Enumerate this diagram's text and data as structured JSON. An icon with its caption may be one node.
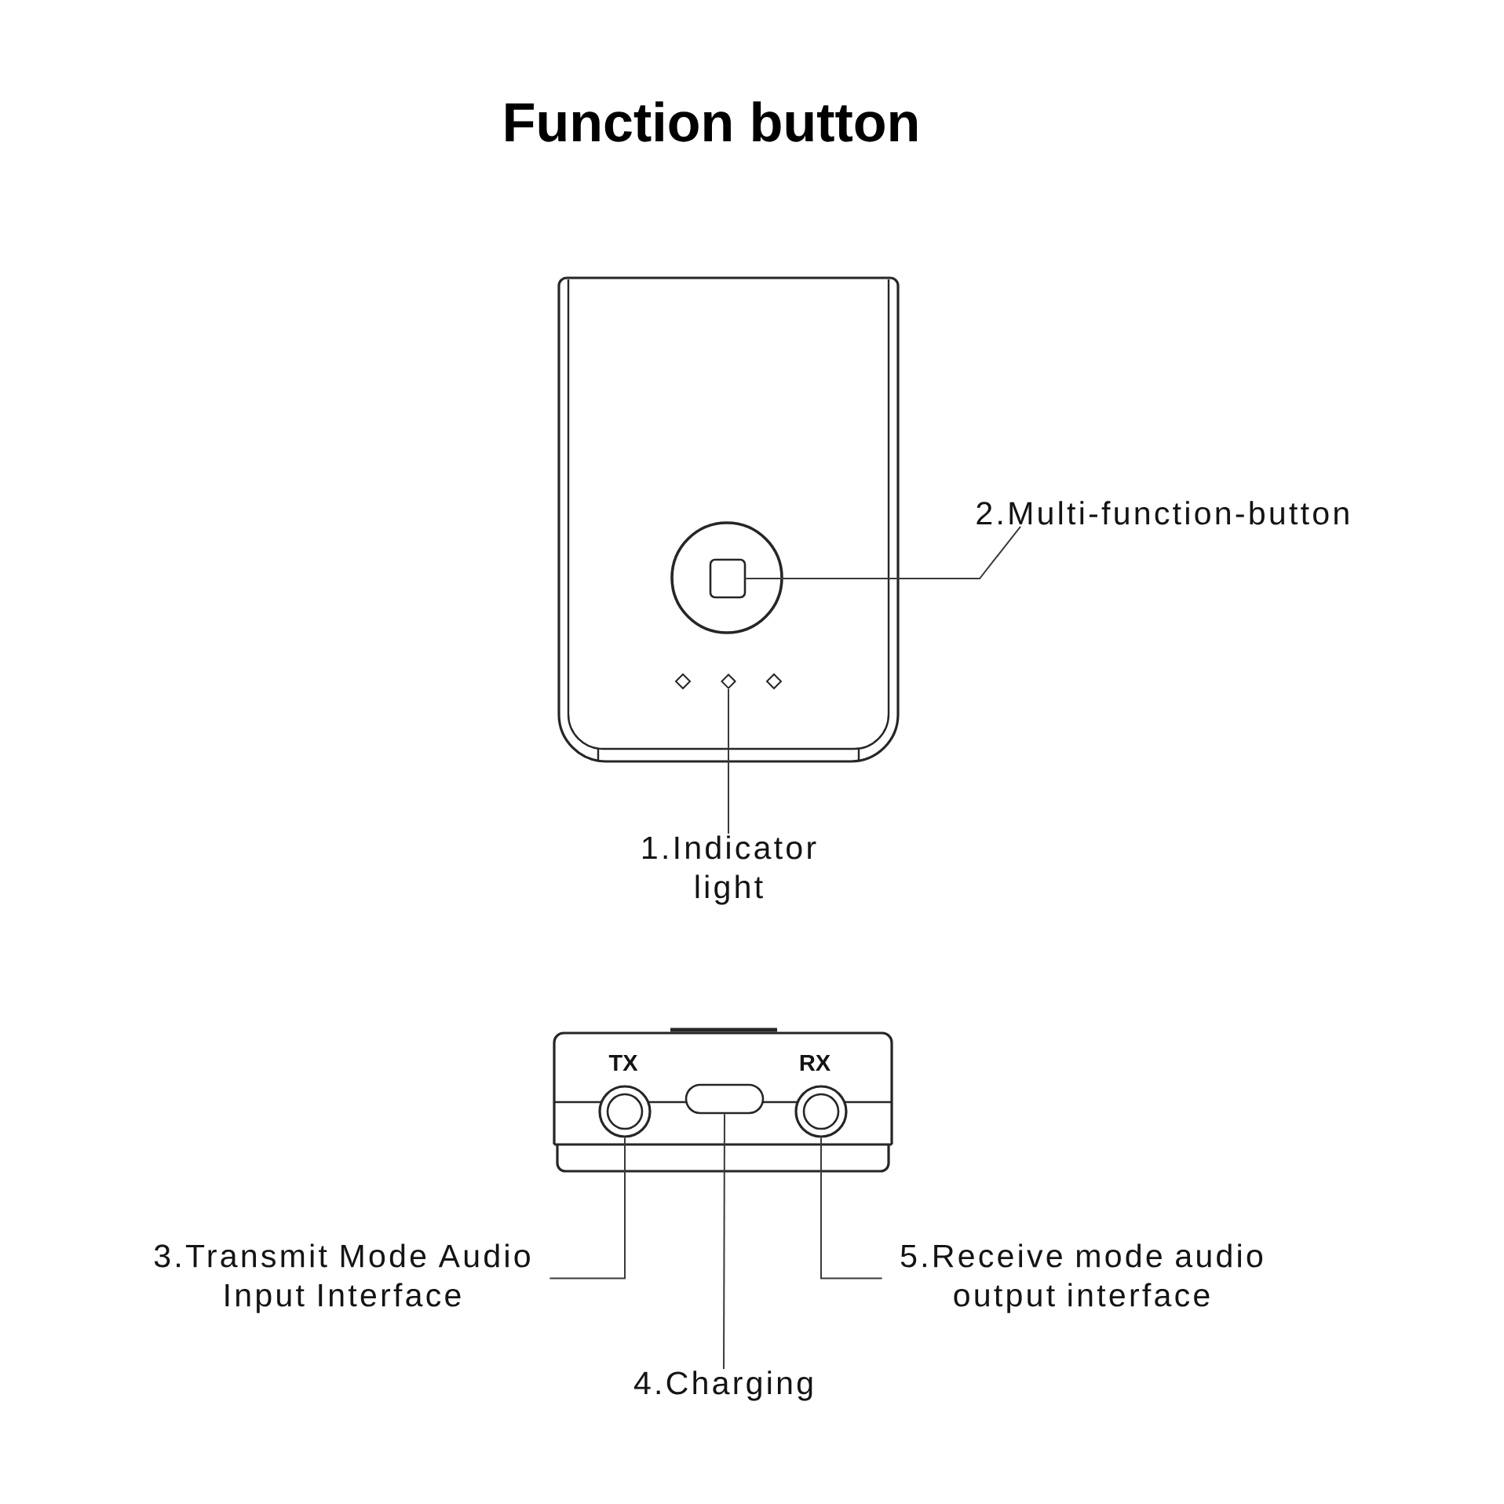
{
  "diagram": {
    "title": "Function button",
    "nodes": [
      {
        "text": [
          "2.Multi-function-button"
        ]
      },
      {
        "text": [],
        "shape": "box"
      },
      {
        "text": [],
        "shape": "diamond"
      },
      {
        "text": [
          "1.Indicator light"
        ]
      },
      {
        "text": [],
        "shape": "circle"
      },
      {
        "text": [],
        "shape": "box"
      },
      {
        "text": [],
        "shape": "circle"
      },
      {
        "text": [
          "3.Transmit Mode Audio Input Interface"
        ]
      },
      {
        "text": [
          "5.Receive mode audio output interface"
        ]
      },
      {
        "text": [
          "4.Charging"
        ]
      }
    ],
    "edges": [
      {
        "from": 0,
        "to": 1,
        "arrow": "none"
      },
      {
        "from": 3,
        "to": 2,
        "arrow": "none"
      },
      {
        "from": 7,
        "to": 4,
        "arrow": "none"
      },
      {
        "from": 9,
        "to": 5,
        "arrow": "none"
      },
      {
        "from": 8,
        "to": 6,
        "arrow": "none"
      }
    ],
    "labels": [
      "TX",
      "RX"
    ]
  }
}
